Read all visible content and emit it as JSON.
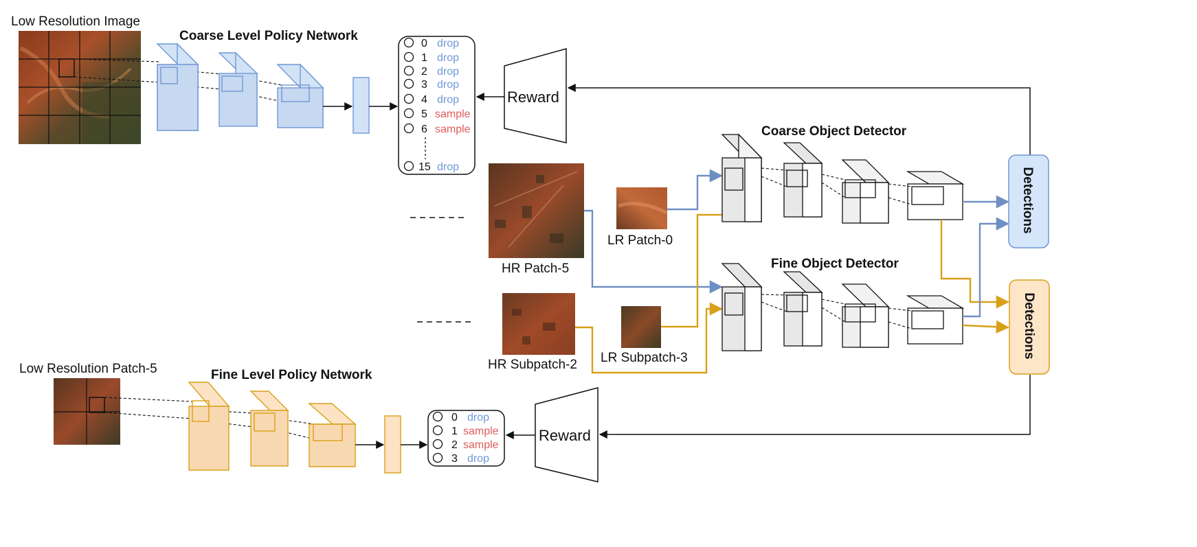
{
  "labels": {
    "low_res_image": "Low Resolution Image",
    "coarse_policy": "Coarse Level Policy Network",
    "reward_top": "Reward",
    "coarse_detector": "Coarse Object Detector",
    "fine_detector": "Fine Object Detector",
    "hr_patch": "HR Patch-5",
    "lr_patch": "LR Patch-0",
    "hr_subpatch": "HR Subpatch-2",
    "lr_subpatch": "LR Subpatch-3",
    "low_res_patch": "Low Resolution Patch-5",
    "fine_policy": "Fine Level Policy Network",
    "reward_bottom": "Reward",
    "detections_top": "Detections",
    "detections_bottom": "Detections"
  },
  "coarse_actions": [
    {
      "index": "0",
      "action": "drop"
    },
    {
      "index": "1",
      "action": "drop"
    },
    {
      "index": "2",
      "action": "drop"
    },
    {
      "index": "3",
      "action": "drop"
    },
    {
      "index": "4",
      "action": "drop"
    },
    {
      "index": "5",
      "action": "sample"
    },
    {
      "index": "6",
      "action": "sample"
    },
    {
      "index": "15",
      "action": "drop"
    }
  ],
  "fine_actions": [
    {
      "index": "0",
      "action": "drop"
    },
    {
      "index": "1",
      "action": "sample"
    },
    {
      "index": "2",
      "action": "sample"
    },
    {
      "index": "3",
      "action": "drop"
    }
  ],
  "colors": {
    "blue_fill": "#d3e3f6",
    "blue_stroke": "#6f97d6",
    "orange_fill": "#fde3c4",
    "orange_stroke": "#d8a018",
    "det_blue_fill": "#d6e6fa",
    "det_orange_fill": "#fde6c8",
    "drop_text": "#6f97d6",
    "sample_text": "#e05a5a"
  }
}
